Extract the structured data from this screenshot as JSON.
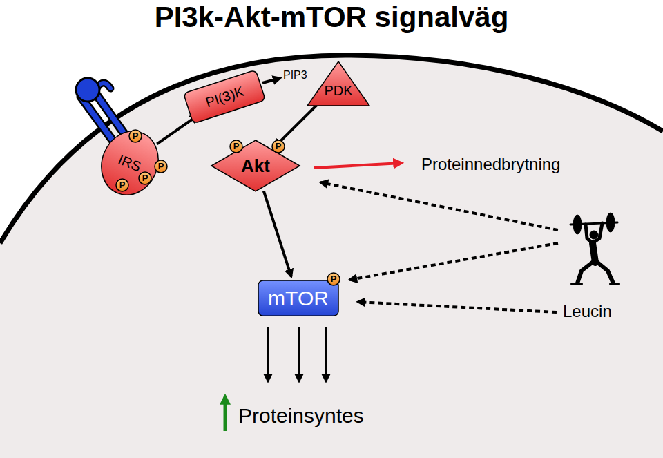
{
  "diagram": {
    "title": "PI3k-Akt-mTOR signalväg",
    "nodes": [
      {
        "text": [
          "IRS"
        ]
      },
      {
        "text": [
          "P"
        ],
        "in": 0
      },
      {
        "text": [
          "P"
        ],
        "in": 0
      },
      {
        "text": [
          "P"
        ],
        "in": 0
      },
      {
        "text": [
          "P"
        ],
        "in": 0
      },
      {
        "text": [
          "PI(3)K"
        ]
      },
      {
        "text": [
          "PDK"
        ]
      },
      {
        "text": [
          "Akt"
        ]
      },
      {
        "text": [
          "P"
        ],
        "in": 7
      },
      {
        "text": [
          "P"
        ],
        "in": 7
      },
      {
        "text": [
          "mTOR"
        ]
      },
      {
        "text": [
          "P"
        ],
        "in": 10
      }
    ],
    "edges": [
      {
        "from": 0,
        "to": 5,
        "arrow": "to"
      },
      {
        "from": 6,
        "to": 7,
        "arrow": "to"
      },
      {
        "from": 7,
        "to": 10,
        "arrow": "to"
      }
    ],
    "labels": [
      "PIP3",
      "Proteinnedbrytning",
      "Leucin",
      "Proteinsyntes"
    ]
  }
}
